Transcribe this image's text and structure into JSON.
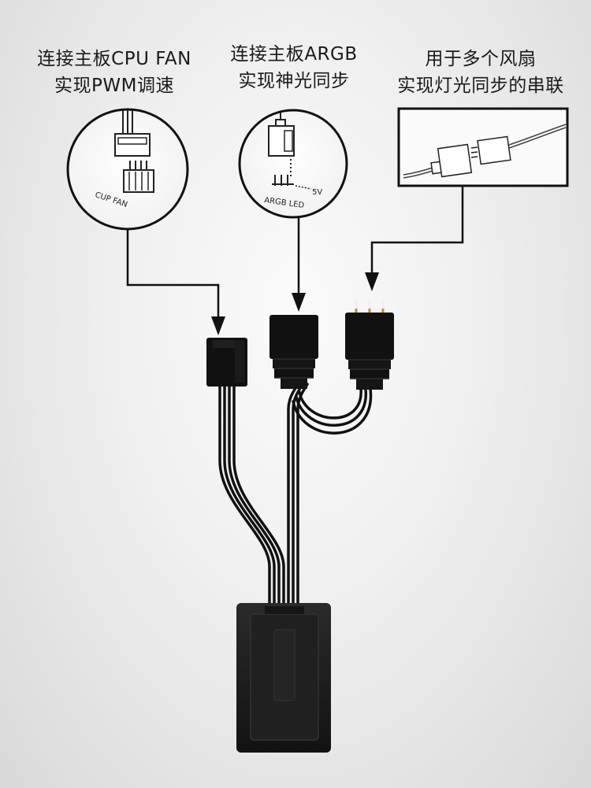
{
  "labels": {
    "cpu_fan": {
      "line1": "连接主板CPU FAN",
      "line2": "实现PWM调速"
    },
    "argb": {
      "line1": "连接主板ARGB",
      "line2": "实现神光同步"
    },
    "chain": {
      "line1": "用于多个风扇",
      "line2": "实现灯光同步的串联"
    }
  },
  "icons": {
    "fan_header_text": "CUP FAN",
    "argb_header_text": "ARGB LED",
    "argb_voltage_text": "5V"
  },
  "colors": {
    "background": "#efefef",
    "cable": "#111111",
    "text": "#1a1a1a",
    "hub": "#1c1c1c"
  }
}
